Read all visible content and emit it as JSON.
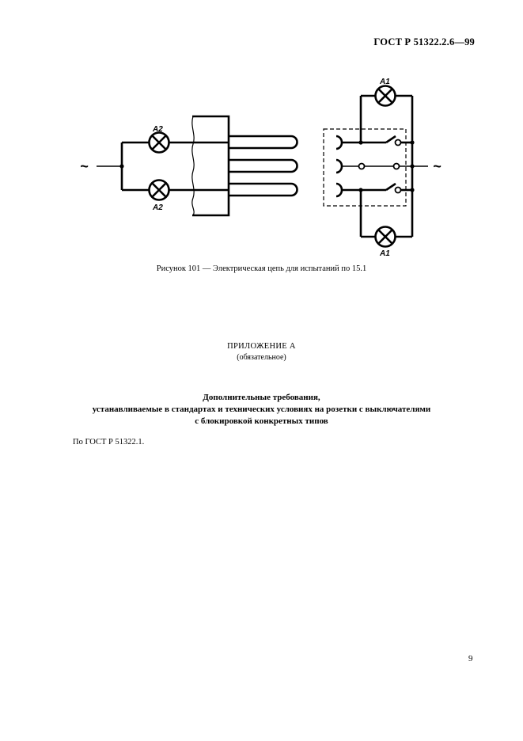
{
  "header": {
    "standard_code": "ГОСТ Р 51322.2.6—99"
  },
  "figure": {
    "labels": {
      "lamp_left_top": "A2",
      "lamp_left_bottom": "A2",
      "lamp_right_top": "A1",
      "lamp_right_bottom": "A1",
      "ac_left": "~",
      "ac_right": "~"
    },
    "caption": "Рисунок 101 — Электрическая цепь для испытаний по 15.1"
  },
  "annex": {
    "title": "ПРИЛОЖЕНИЕ А",
    "status": "(обязательное)",
    "heading_lines": [
      "Дополнительные требования,",
      "устанавливаемые в стандартах и технических условиях на розетки с выключателями",
      "с блокировкой конкретных типов"
    ],
    "body": "По ГОСТ Р 51322.1."
  },
  "footer": {
    "page_number": "9"
  }
}
